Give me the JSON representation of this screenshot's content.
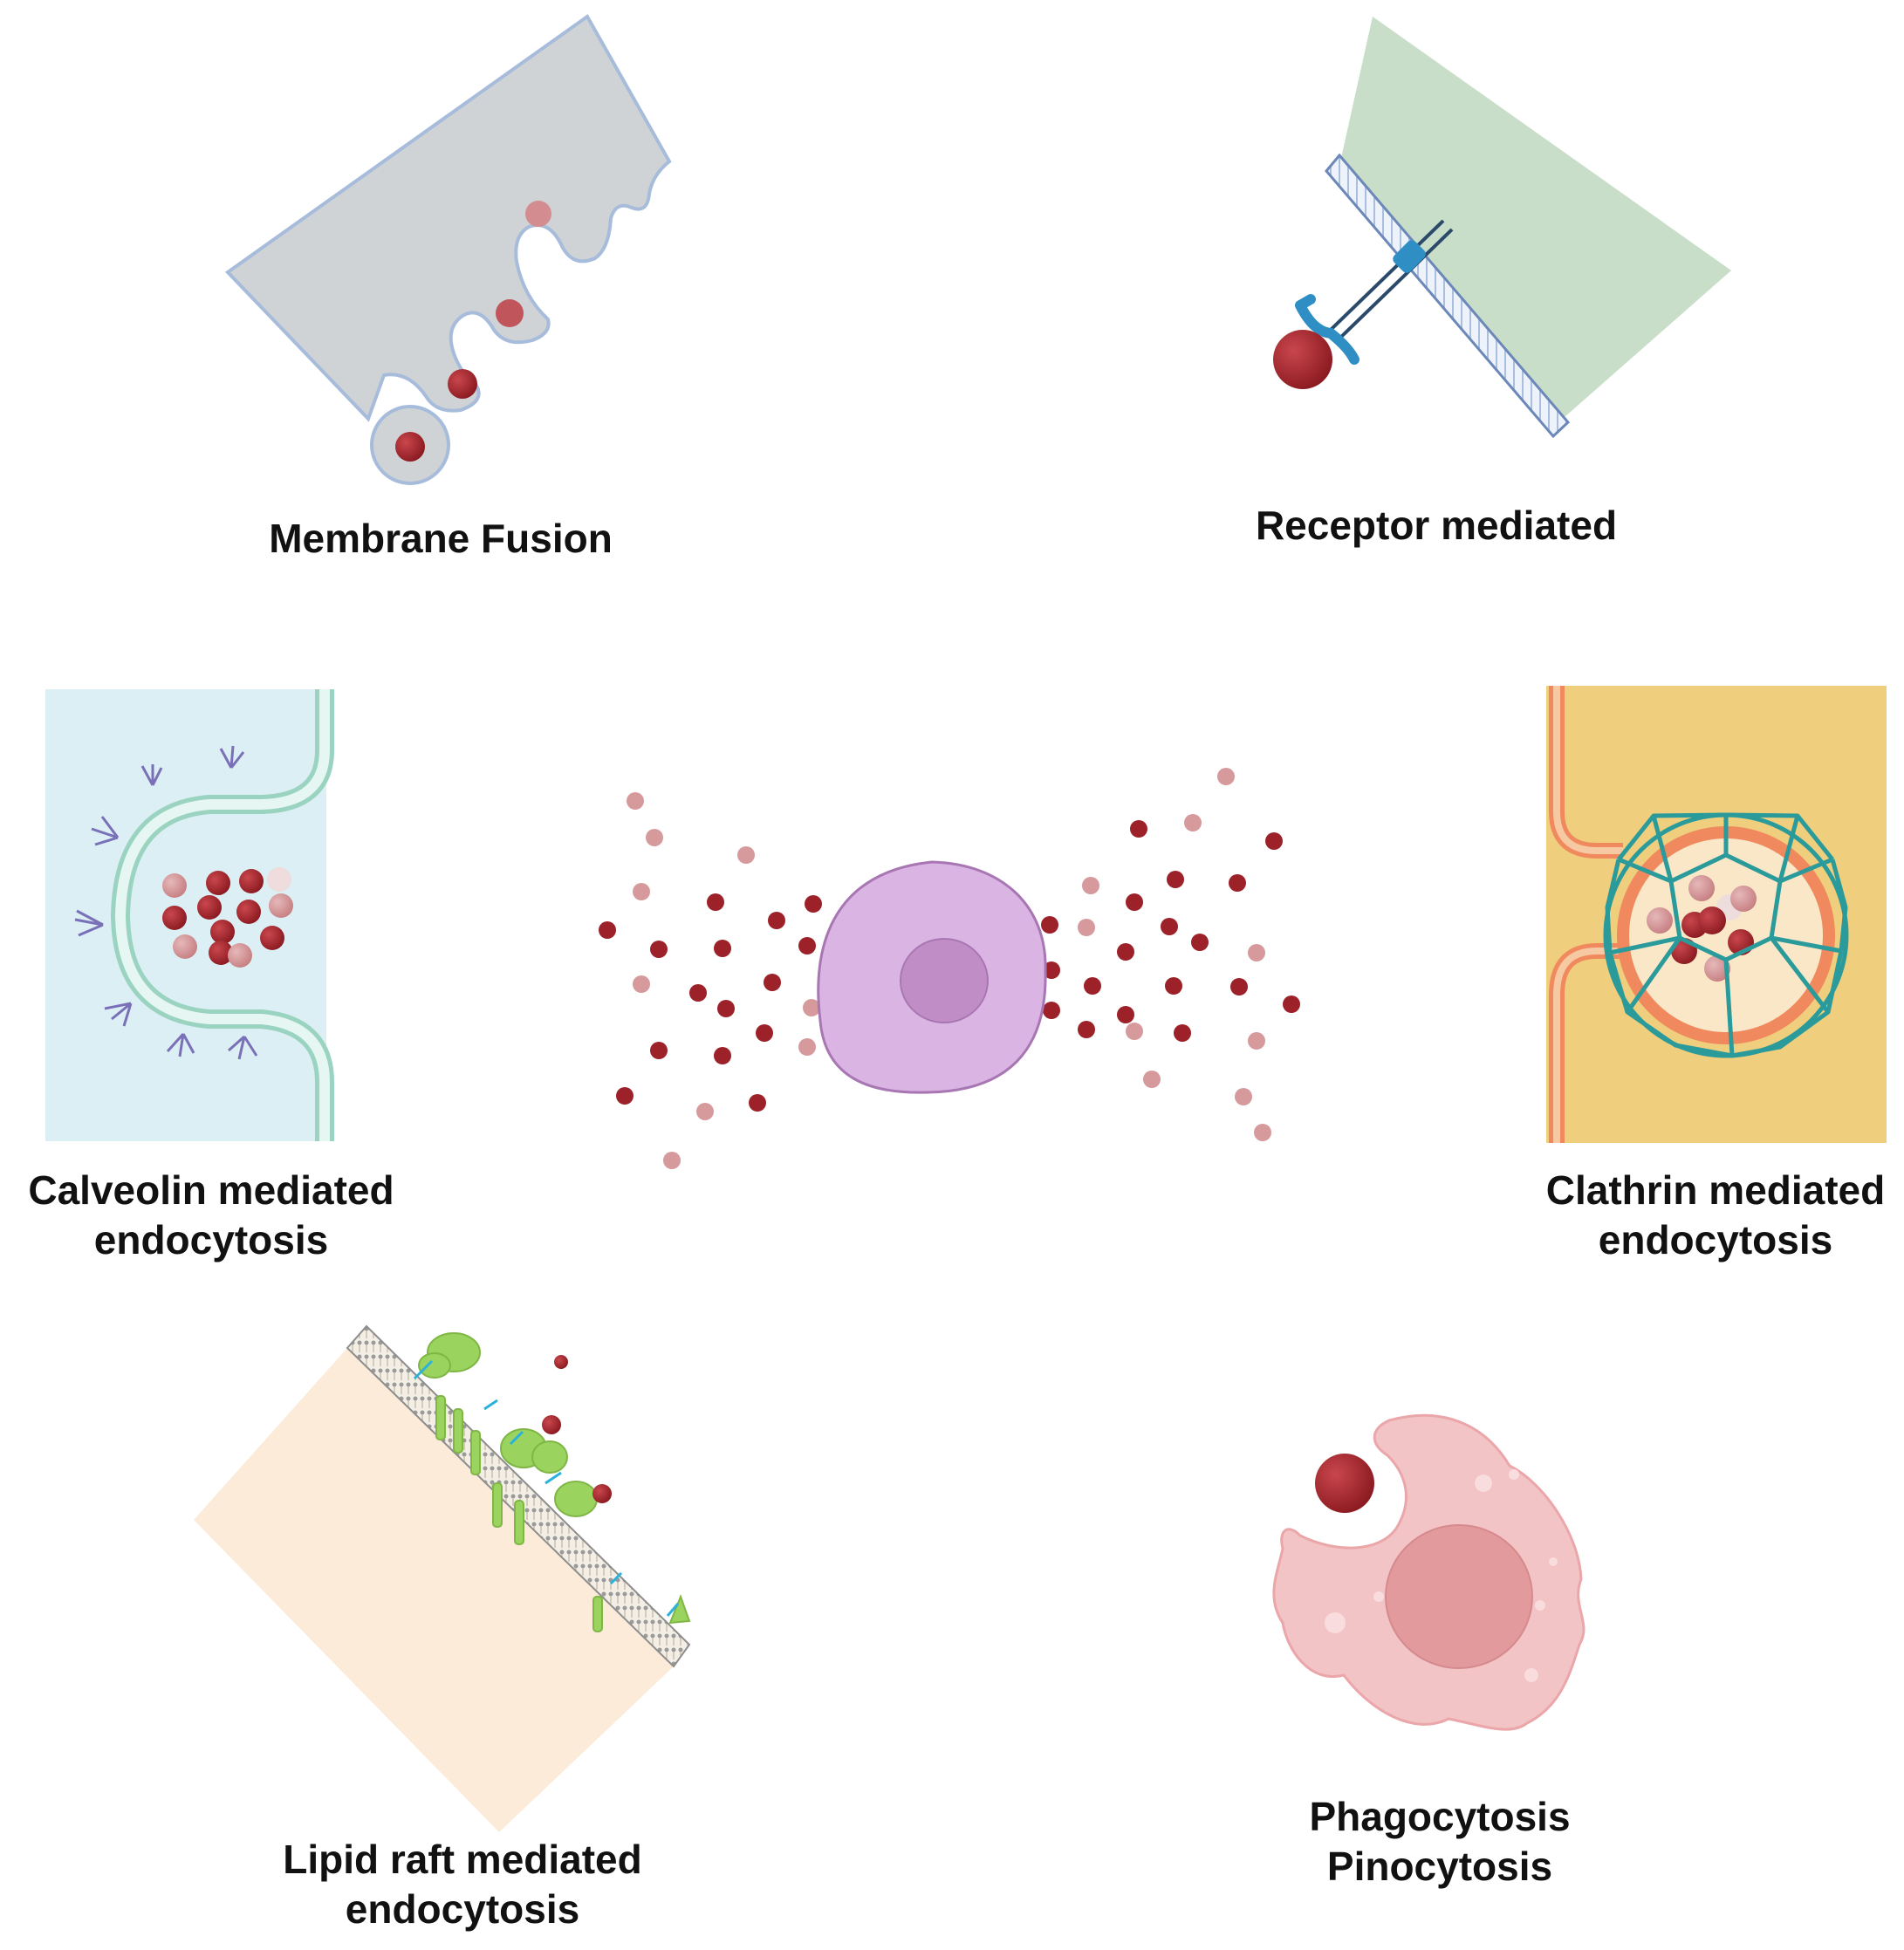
{
  "labels": {
    "membrane_fusion": "Membrane Fusion",
    "receptor_mediated": "Receptor mediated",
    "calveolin_line1": "Calveolin mediated",
    "calveolin_line2": "endocytosis",
    "clathrin_line1": "Clathrin mediated",
    "clathrin_line2": "endocytosis",
    "lipid_raft_line1": "Lipid raft mediated",
    "lipid_raft_line2": "endocytosis",
    "phagocytosis": "Phagocytosis",
    "pinocytosis": "Pinocytosis"
  },
  "colors": {
    "particle_dark": "#9c2128",
    "particle_light": "#d69a9c",
    "cell_body": "#dab5e3",
    "cell_nucleus": "#c08dc6",
    "membrane_fusion_panel": "#cfd3d6",
    "receptor_panel": "#c8dec8",
    "calveolin_panel": "#dceff4",
    "clathrin_panel": "#efcf7d",
    "clathrin_cage": "#2a9a9a",
    "lipid_panel": "#fcebd9",
    "raft_protein": "#9bd35f",
    "phagocyte": "#f3c4c6",
    "phagocyte_nucleus": "#e29a9c"
  }
}
